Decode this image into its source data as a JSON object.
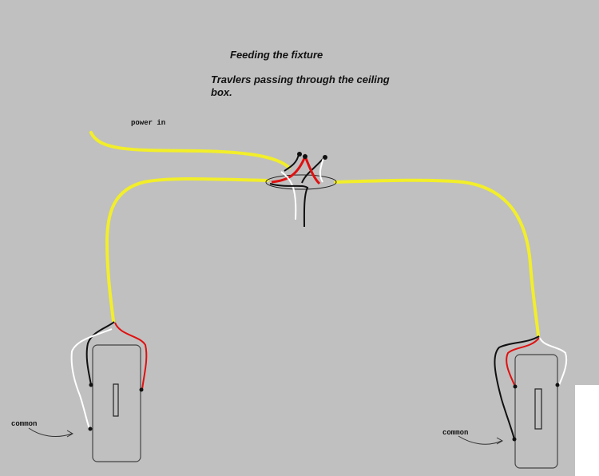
{
  "diagram": {
    "title": "Feeding the fixture",
    "subtitle": "Travlers passing through the ceiling box.",
    "labels": {
      "power_in": "power in",
      "common_left": "common",
      "common_right": "common"
    },
    "colors": {
      "background": "#c0c0c0",
      "cable_yellow": "#f2ee2a",
      "hot_black": "#111111",
      "traveler_red": "#e01010",
      "neutral_white": "#ffffff",
      "outline": "#444444"
    },
    "components": [
      {
        "id": "ceiling-box",
        "type": "fixture box",
        "note": "travelers pass through"
      },
      {
        "id": "switch-left",
        "type": "3-way switch",
        "terminals": [
          "black",
          "red",
          "white-common"
        ]
      },
      {
        "id": "switch-right",
        "type": "3-way switch",
        "terminals": [
          "red",
          "white",
          "black-common"
        ]
      }
    ]
  }
}
